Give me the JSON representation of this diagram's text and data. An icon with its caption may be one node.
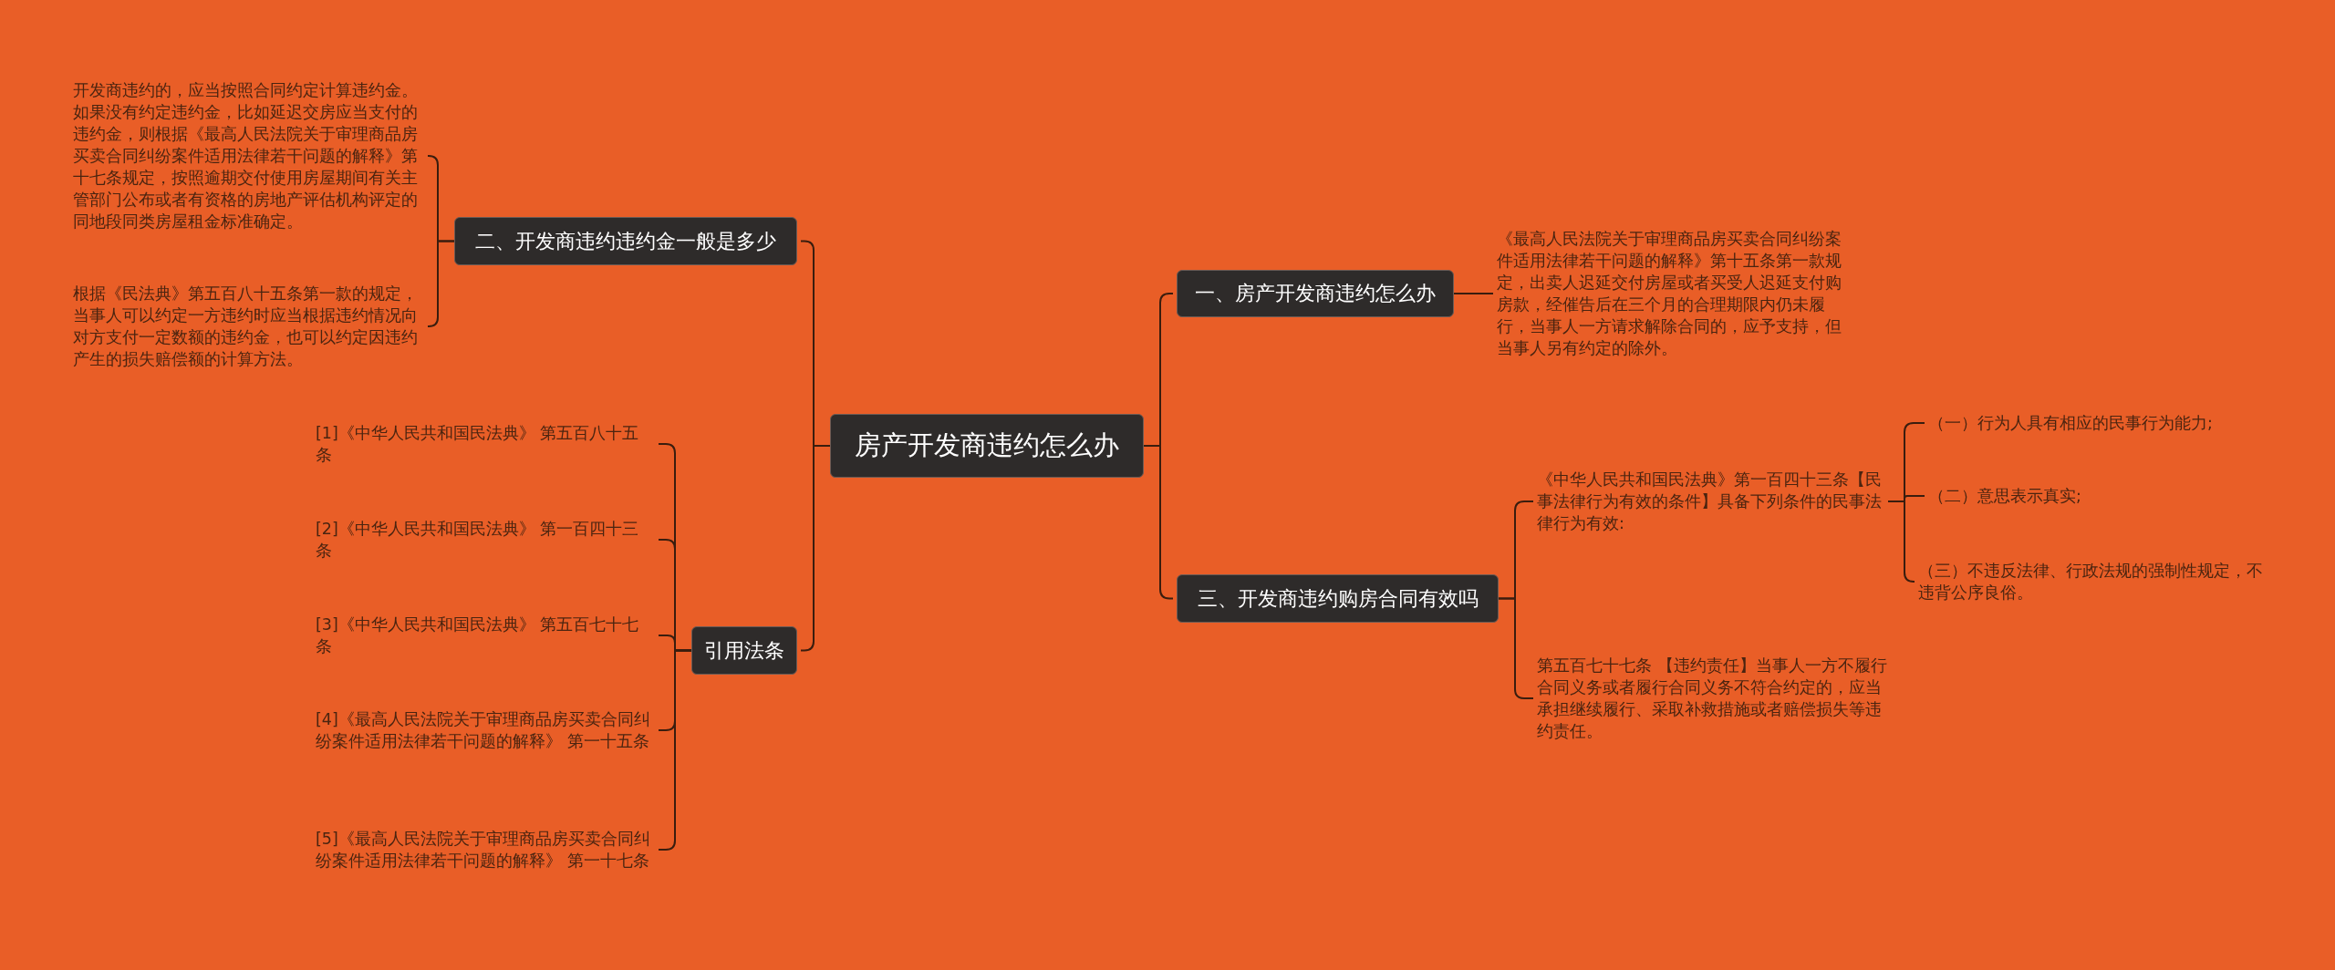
{
  "diagram": {
    "nodes": [
      {
        "text": [
          "房产开发商违约怎么办"
        ]
      },
      {
        "text": [
          "一、房产开发商违约怎么办"
        ]
      },
      {
        "text": [
          "《最高人民法院关于审理商品房买卖合同纠纷案件适用法律若干问题的解释》第十五条第一款规定，出卖人迟延交付房屋或者买受人迟延支付购房款，经催告后在三个月的合理期限内仍未履行，当事人一方请求解除合同的，应予支持，但当事人另有约定的除外。"
        ]
      },
      {
        "text": [
          "三、开发商违约购房合同有效吗"
        ]
      },
      {
        "text": [
          "《中华人民共和国民法典》第一百四十三条【民事法律行为有效的条件】具备下列条件的民事法律行为有效:"
        ]
      },
      {
        "text": [
          "（一）行为人具有相应的民事行为能力;"
        ]
      },
      {
        "text": [
          "（二）意思表示真实;"
        ]
      },
      {
        "text": [
          "（三）不违反法律、行政法规的强制性规定，不违背公序良俗。"
        ]
      },
      {
        "text": [
          "第五百七十七条 【违约责任】当事人一方不履行合同义务或者履行合同义务不符合约定的，应当承担继续履行、采取补救措施或者赔偿损失等违约责任。"
        ]
      },
      {
        "text": [
          "二、开发商违约违约金一般是多少"
        ]
      },
      {
        "text": [
          "开发商违约的，应当按照合同约定计算违约金。如果没有约定违约金，比如延迟交房应当支付的违约金，则根据《最高人民法院关于审理商品房买卖合同纠纷案件适用法律若干问题的解释》第十七条规定，按照逾期交付使用房屋期间有关主管部门公布或者有资格的房地产评估机构评定的同地段同类房屋租金标准确定。"
        ]
      },
      {
        "text": [
          "根据《民法典》第五百八十五条第一款的规定，当事人可以约定一方违约时应当根据违约情况向对方支付一定数额的违约金，也可以约定因违约产生的损失赔偿额的计算方法。"
        ]
      },
      {
        "text": [
          "引用法条"
        ]
      },
      {
        "text": [
          "[1]《中华人民共和国民法典》 第五百八十五条"
        ]
      },
      {
        "text": [
          "[2]《中华人民共和国民法典》 第一百四十三条"
        ]
      },
      {
        "text": [
          "[3]《中华人民共和国民法典》 第五百七十七条"
        ]
      },
      {
        "text": [
          "[4]《最高人民法院关于审理商品房买卖合同纠纷案件适用法律若干问题的解释》 第一十五条"
        ]
      },
      {
        "text": [
          "[5]《最高人民法院关于审理商品房买卖合同纠纷案件适用法律若干问题的解释》 第一十七条"
        ]
      }
    ],
    "edges": [
      {
        "from": 0,
        "to": 1,
        "arrow": "none"
      },
      {
        "from": 1,
        "to": 2,
        "arrow": "none"
      },
      {
        "from": 0,
        "to": 3,
        "arrow": "none"
      },
      {
        "from": 3,
        "to": 4,
        "arrow": "none"
      },
      {
        "from": 4,
        "to": 5,
        "arrow": "none"
      },
      {
        "from": 4,
        "to": 6,
        "arrow": "none"
      },
      {
        "from": 4,
        "to": 7,
        "arrow": "none"
      },
      {
        "from": 3,
        "to": 8,
        "arrow": "none"
      },
      {
        "from": 0,
        "to": 9,
        "arrow": "none"
      },
      {
        "from": 9,
        "to": 10,
        "arrow": "none"
      },
      {
        "from": 9,
        "to": 11,
        "arrow": "none"
      },
      {
        "from": 0,
        "to": 12,
        "arrow": "none"
      },
      {
        "from": 12,
        "to": 13,
        "arrow": "none"
      },
      {
        "from": 12,
        "to": 14,
        "arrow": "none"
      },
      {
        "from": 12,
        "to": 15,
        "arrow": "none"
      },
      {
        "from": 12,
        "to": 16,
        "arrow": "none"
      },
      {
        "from": 12,
        "to": 17,
        "arrow": "none"
      }
    ]
  }
}
